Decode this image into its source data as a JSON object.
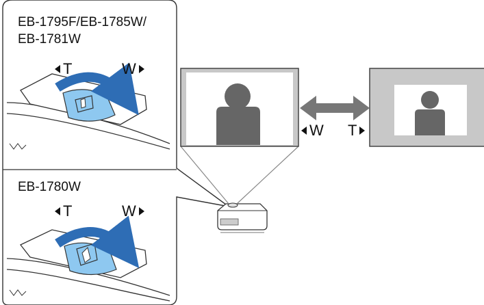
{
  "panels": [
    {
      "model": "EB-1795F/EB-1785W/\nEB-1781W",
      "tele": "T",
      "wide": "W"
    },
    {
      "model": "EB-1780W",
      "tele": "T",
      "wide": "W"
    }
  ],
  "screen_zoom": {
    "wide": "W",
    "tele": "T"
  },
  "colors": {
    "arrow_blue": "#2e6db5",
    "ring_fill": "#8ec8f0",
    "person": "#666666",
    "screen_frame": "#c8c8c8"
  }
}
